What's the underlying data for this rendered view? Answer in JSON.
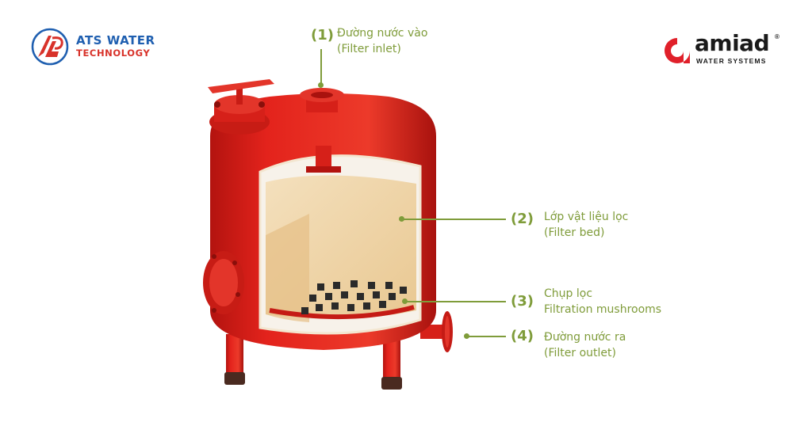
{
  "logos": {
    "ats": {
      "line1": "ATS WATER",
      "line2": "TECHNOLOGY",
      "colors": {
        "blue": "#1f5fb0",
        "red": "#d8322a"
      }
    },
    "amiad": {
      "word": "amiad",
      "registered": "®",
      "sub": "WATER SYSTEMS",
      "colors": {
        "red": "#e0202a",
        "dark": "#1a1a1a"
      }
    }
  },
  "callouts": [
    {
      "number": "(1)",
      "line1": "Đường nước vào",
      "line2": "(Filter inlet)"
    },
    {
      "number": "(2)",
      "line1": "Lớp vật liệu lọc",
      "line2": "(Filter bed)"
    },
    {
      "number": "(3)",
      "line1": "Chụp lọc",
      "line2": "Filtration mushrooms"
    },
    {
      "number": "(4)",
      "line1": "Đường nước ra",
      "line2": "(Filter outlet)"
    }
  ],
  "colors": {
    "accent_green": "#7f9c3a",
    "tank_red": "#e3231c",
    "tank_red_dark": "#b3130f",
    "filter_media": "#f1d9b0",
    "nozzle": "#2a2a2a"
  }
}
